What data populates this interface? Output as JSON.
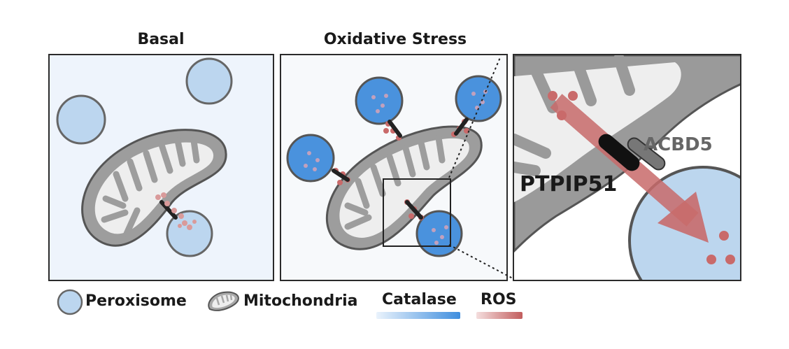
{
  "panels": {
    "basal_title": "Basal",
    "stress_title": "Oxidative Stress"
  },
  "zoom": {
    "protein_left": "PTPIP51",
    "protein_right": "ACBD5"
  },
  "legend": {
    "peroxisome": "Peroxisome",
    "mitochondria": "Mitochondria",
    "catalase": "Catalase",
    "ros": "ROS"
  },
  "colors": {
    "peroxisome_fill": "#b9d4ee",
    "catalase_high": "#3f8ede",
    "ros": "#c96a6a",
    "mito_outer": "#9a9a9a",
    "mito_inner": "#efefef",
    "panel_bg": "#eef4fc"
  }
}
